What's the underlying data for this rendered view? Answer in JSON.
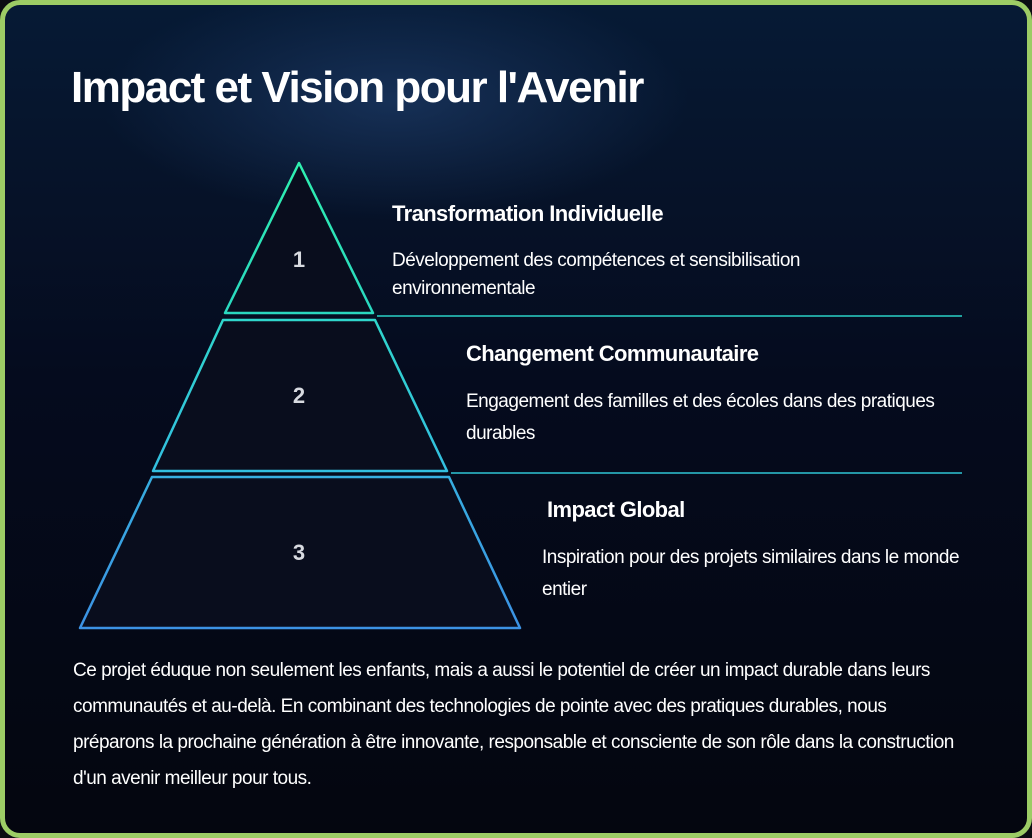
{
  "title": "Impact et Vision pour l'Avenir",
  "levels": [
    {
      "number": "1",
      "title": "Transformation Individuelle",
      "description": "Développement des compétences et sensibilisation environnementale"
    },
    {
      "number": "2",
      "title": "Changement Communautaire",
      "description": "Engagement des familles et des écoles dans des pratiques durables"
    },
    {
      "number": "3",
      "title": "Impact Global",
      "description": "Inspiration pour des projets similaires dans le monde entier"
    }
  ],
  "paragraph": "Ce projet éduque non seulement les enfants, mais a aussi le potentiel de créer un impact durable dans leurs communautés et au-delà. En combinant des technologies de pointe avec des pratiques durables, nous préparons la prochaine génération à être innovante, responsable et consciente de son rôle dans la construction d'un avenir meilleur pour tous.",
  "colors": {
    "border": "#9ccc65",
    "level1_stroke": "#2ee6b0",
    "level2_stroke": "#33c9d8",
    "level3_stroke": "#3b9be0",
    "divider": "#27c6cf"
  }
}
